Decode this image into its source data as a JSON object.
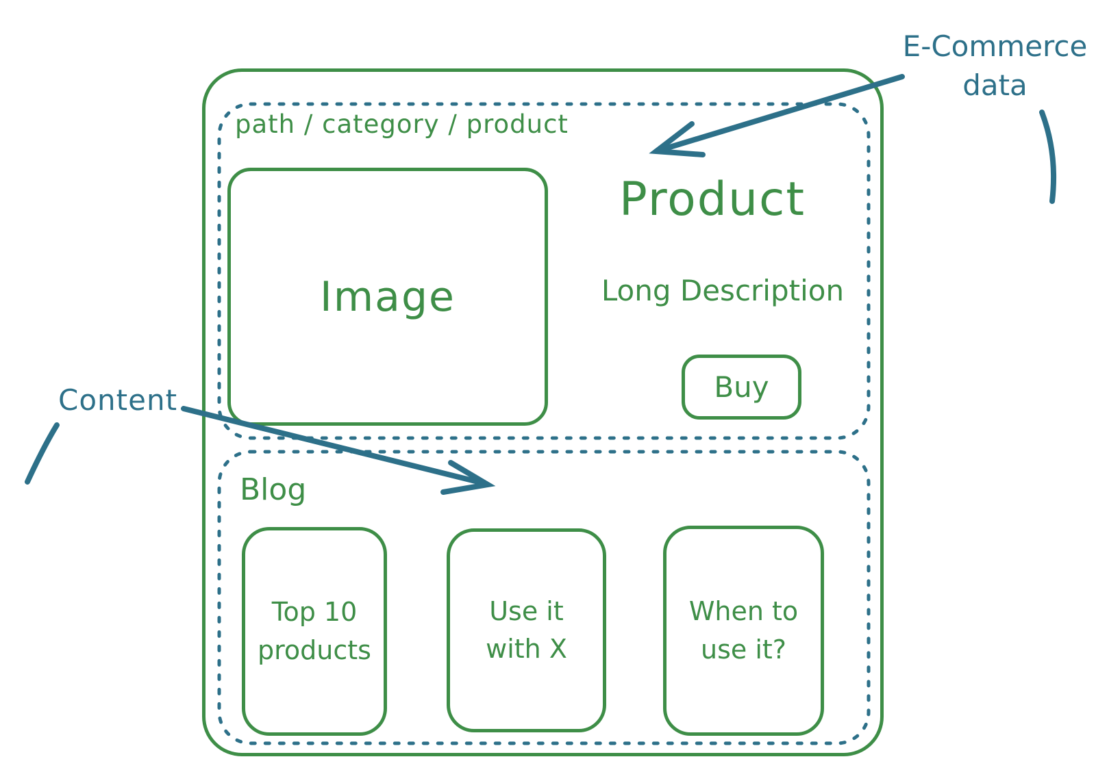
{
  "colors": {
    "stroke_green": "#3e8e47",
    "annotation_teal": "#2d7089"
  },
  "wireframe": {
    "breadcrumb": "path / category / product",
    "image_placeholder": "Image",
    "product": {
      "title": "Product",
      "description": "Long Description",
      "buy_button": "Buy"
    },
    "blog": {
      "section_label": "Blog",
      "cards": [
        {
          "line1": "Top 10",
          "line2": "products"
        },
        {
          "line1": "Use it",
          "line2": "with X"
        },
        {
          "line1": "When to",
          "line2": "use it?"
        }
      ]
    }
  },
  "annotations": {
    "ecommerce_label_line1": "E-Commerce",
    "ecommerce_label_line2": "data",
    "content_label": "Content"
  }
}
